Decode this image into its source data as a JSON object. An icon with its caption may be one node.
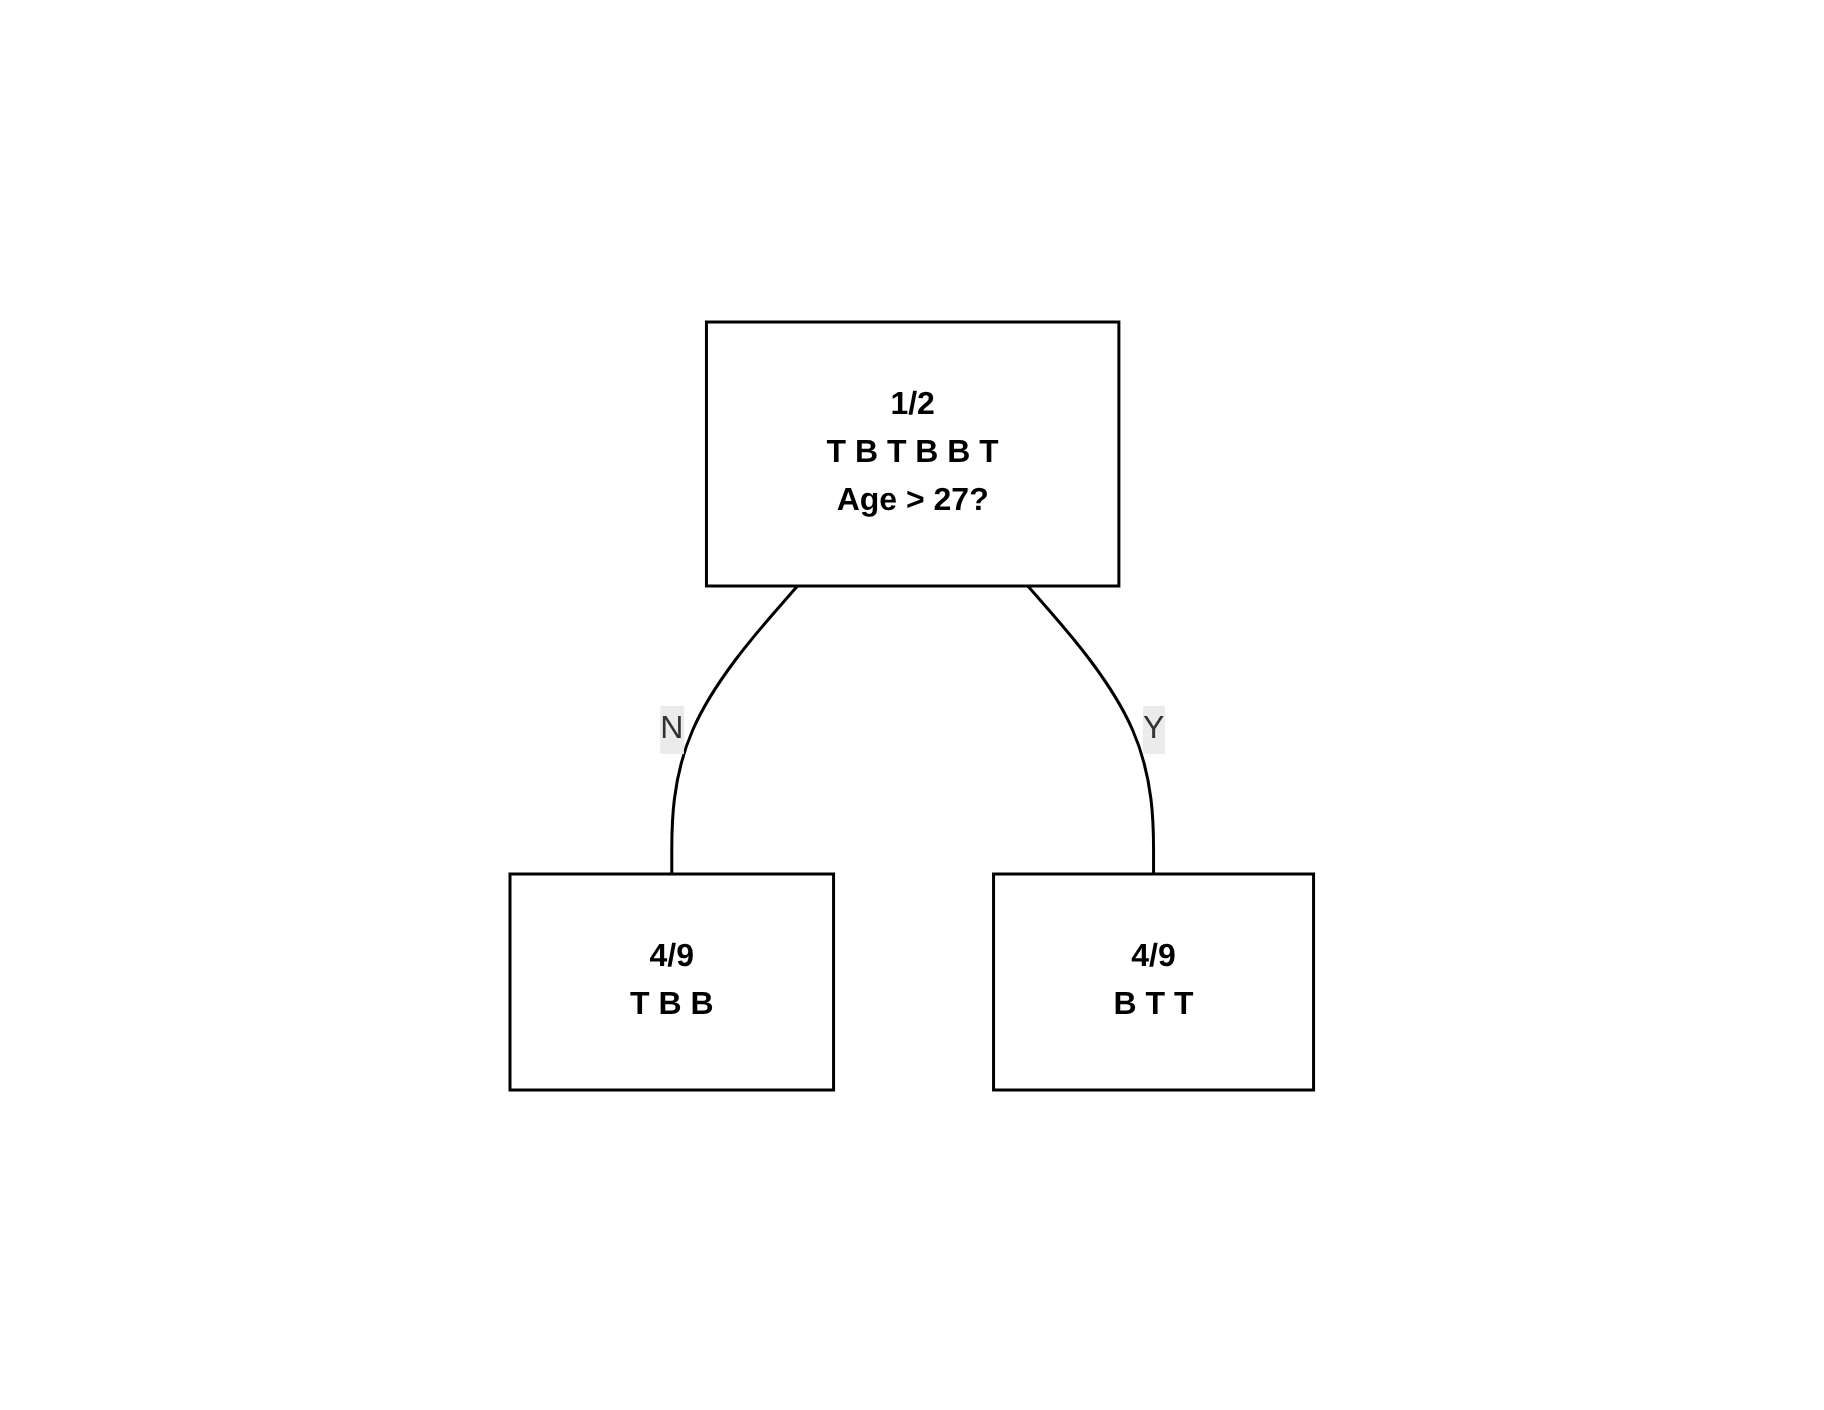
{
  "diagram": {
    "nodes": [
      {
        "text": [
          "1/2",
          "T B T B B T",
          "Age > 27?"
        ]
      },
      {
        "text": [
          "4/9",
          "T B B"
        ]
      },
      {
        "text": [
          "4/9",
          "B T T"
        ]
      }
    ],
    "edges": [
      {
        "from": 0,
        "to": 1,
        "arrow": "none",
        "label": "N"
      },
      {
        "from": 0,
        "to": 2,
        "arrow": "none",
        "label": "Y"
      }
    ]
  }
}
